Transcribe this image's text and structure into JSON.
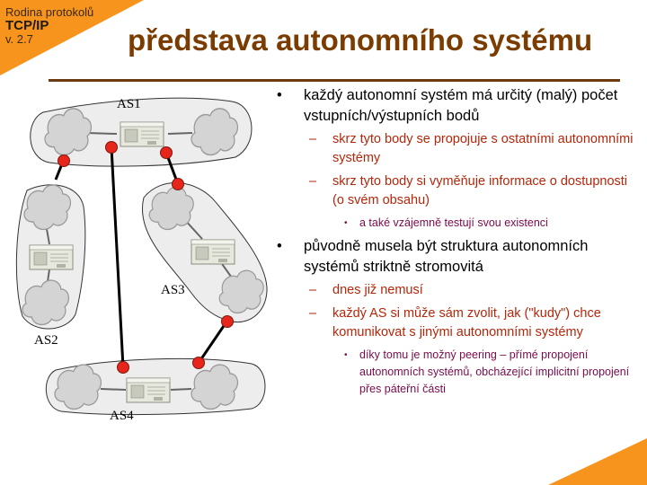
{
  "header": {
    "series_line1": "Rodina protokolů",
    "series_line2": "TCP/IP",
    "series_line3": "v. 2.7",
    "title": "představa autonomního systému"
  },
  "diagram": {
    "labels": [
      "AS1",
      "AS2",
      "AS3",
      "AS4"
    ]
  },
  "bullets": [
    {
      "text": "každý autonomní systém má určitý (malý) počet vstupních/výstupních bodů",
      "sub": [
        {
          "text": "skrz tyto body se propojuje s ostatními autonomními systémy",
          "sub": []
        },
        {
          "text": "skrz tyto body si vyměňuje informace o dostupnosti (o svém obsahu)",
          "sub": [
            "a také vzájemně testují svou existenci"
          ]
        }
      ]
    },
    {
      "text": "původně musela být struktura autonomních systémů striktně stromovitá",
      "sub": [
        {
          "text": "dnes již nemusí",
          "sub": []
        },
        {
          "text": "každý AS si může sám zvolit, jak (\"kudy\") chce komunikovat s jinými autonomními systémy",
          "sub": [
            "díky tomu je možný peering – přímé propojení autonomních systémů, obcházející implicitní propojení přes páteřní části"
          ]
        }
      ]
    }
  ],
  "colors": {
    "accent_orange": "#f7941d",
    "title_brown": "#7a3c00",
    "level2_red": "#b5260a",
    "level3_purple": "#7a0a4a",
    "node_red": "#e8251a"
  }
}
